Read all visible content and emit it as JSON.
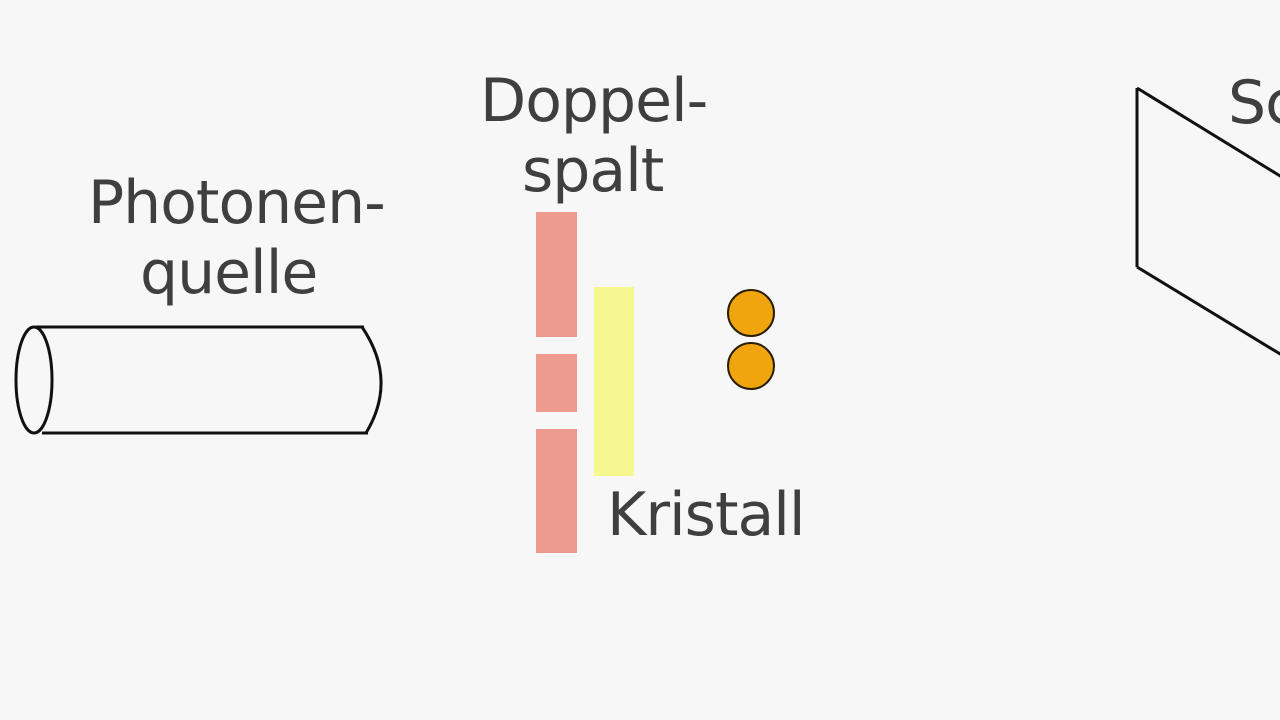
{
  "labels": {
    "source_line1": "Photonen-",
    "source_line2": "quelle",
    "slit_line1": "Doppel-",
    "slit_line2": "spalt",
    "crystal": "Kristall",
    "screen_partial": "Sc"
  },
  "colors": {
    "background": "#f7f7f7",
    "stroke": "#111111",
    "slit": "#ef9a8f",
    "crystal": "#f6f790",
    "photon_fill": "#f0a50f",
    "photon_stroke": "#2a1e05",
    "text": "#3f3f3f"
  }
}
